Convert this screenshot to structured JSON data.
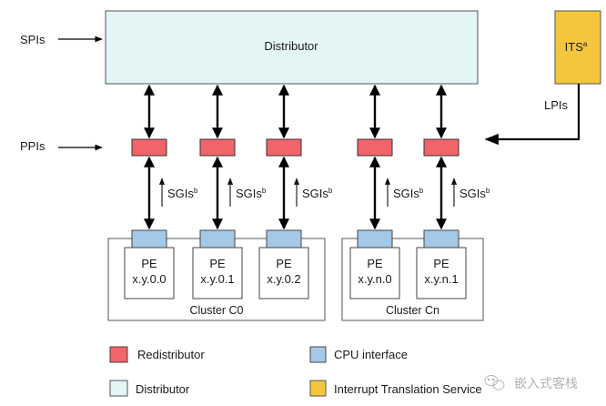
{
  "colors": {
    "distributor_fill": "#e4f5f6",
    "redistributor_fill": "#f0646a",
    "cpu_interface_fill": "#a3c8e8",
    "its_fill": "#f4c63d",
    "line": "#000000",
    "box_border": "#444444"
  },
  "inputs": {
    "spis": "SPIs",
    "ppis": "PPIs",
    "lpis": "LPIs"
  },
  "distributor": {
    "label": "Distributor"
  },
  "its": {
    "label": "ITS",
    "superscript": "a"
  },
  "sgi": {
    "label": "SGIs",
    "superscript": "b"
  },
  "clusters": [
    {
      "label": "Cluster C0",
      "pes": [
        {
          "line1": "PE",
          "line2": "x.y.0.0"
        },
        {
          "line1": "PE",
          "line2": "x.y.0.1"
        },
        {
          "line1": "PE",
          "line2": "x.y.0.2"
        }
      ]
    },
    {
      "label": "Cluster Cn",
      "pes": [
        {
          "line1": "PE",
          "line2": "x.y.n.0"
        },
        {
          "line1": "PE",
          "line2": "x.y.n.1"
        }
      ]
    }
  ],
  "legend": [
    {
      "key": "redistributor",
      "label": "Redistributor"
    },
    {
      "key": "cpu_interface",
      "label": "CPU interface"
    },
    {
      "key": "distributor",
      "label": "Distributor"
    },
    {
      "key": "its",
      "label": "Interrupt Translation Service"
    }
  ],
  "watermark": {
    "text": "嵌入式客栈",
    "icon": "wechat-icon"
  }
}
